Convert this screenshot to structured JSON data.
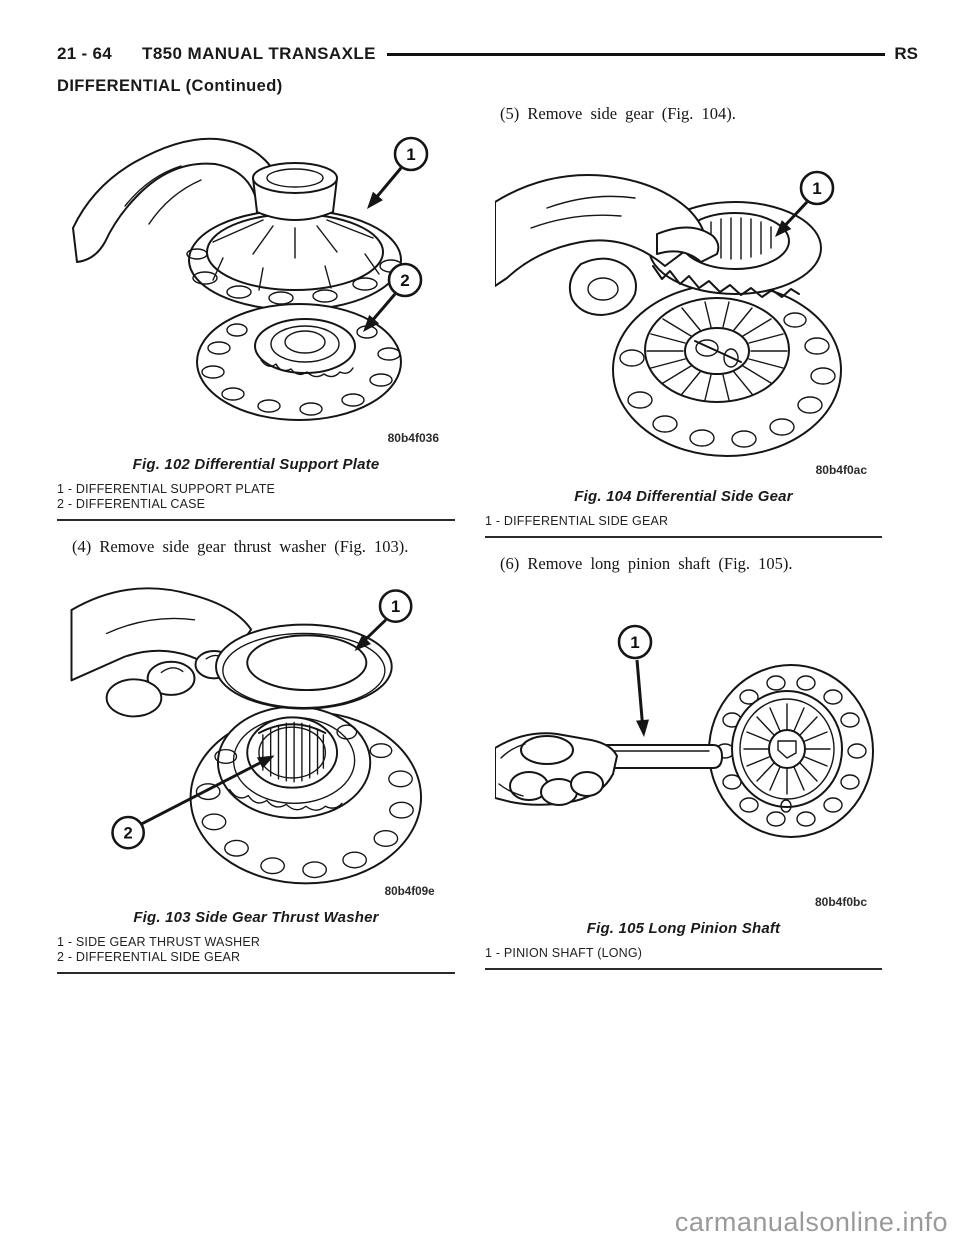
{
  "header": {
    "page_number": "21 - 64",
    "title": "T850 MANUAL TRANSAXLE",
    "edition_code": "RS"
  },
  "section_heading": "DIFFERENTIAL (Continued)",
  "steps": {
    "step_4": "(4) Remove side gear thrust washer (Fig. 103).",
    "step_5": "(5) Remove side gear (Fig. 104).",
    "step_6": "(6) Remove long pinion shaft (Fig. 105)."
  },
  "figures": {
    "fig102": {
      "caption": "Fig. 102 Differential Support Plate",
      "image_code": "80b4f036",
      "callout_1": "1",
      "callout_2": "2",
      "legend": [
        "1 - DIFFERENTIAL SUPPORT PLATE",
        "2 - DIFFERENTIAL CASE"
      ]
    },
    "fig103": {
      "caption": "Fig. 103 Side Gear Thrust Washer",
      "image_code": "80b4f09e",
      "callout_1": "1",
      "callout_2": "2",
      "legend": [
        "1 - SIDE GEAR THRUST WASHER",
        "2 - DIFFERENTIAL SIDE GEAR"
      ]
    },
    "fig104": {
      "caption": "Fig. 104 Differential Side Gear",
      "image_code": "80b4f0ac",
      "callout_1": "1",
      "legend": [
        "1 - DIFFERENTIAL SIDE GEAR"
      ]
    },
    "fig105": {
      "caption": "Fig. 105 Long Pinion Shaft",
      "image_code": "80b4f0bc",
      "callout_1": "1",
      "legend": [
        "1 - PINION SHAFT (LONG)"
      ]
    }
  },
  "watermark": "carmanualsonline.info",
  "colors": {
    "ink": "#1a1a1a",
    "watermark_gray": "#9a9a9a",
    "paper": "#ffffff"
  }
}
